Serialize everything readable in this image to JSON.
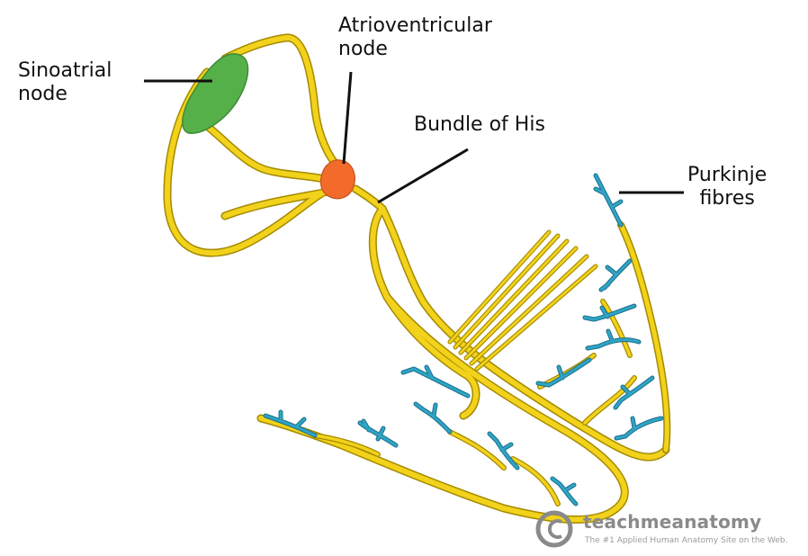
{
  "labels": {
    "sinoatrial": [
      "Sinoatrial",
      "node"
    ],
    "atrioventricular": [
      "Atrioventricular",
      "node"
    ],
    "bundle": [
      "Bundle of His"
    ],
    "purkinje": [
      "Purkinje",
      "fibres"
    ]
  },
  "watermark": {
    "name": "teachmeanatomy",
    "tagline": "The #1 Applied Human Anatomy Site on the Web.",
    "icon": "copyright-icon"
  },
  "colors": {
    "conduction": "#f2d21b",
    "conduction_outline": "#a48a00",
    "purkinje": "#2fa4c6",
    "purkinje_outline": "#1c6f8a",
    "sa_node": "#55b04a",
    "av_node": "#f26b2b",
    "leader": "#111111",
    "watermark": "#8a8a8a"
  }
}
